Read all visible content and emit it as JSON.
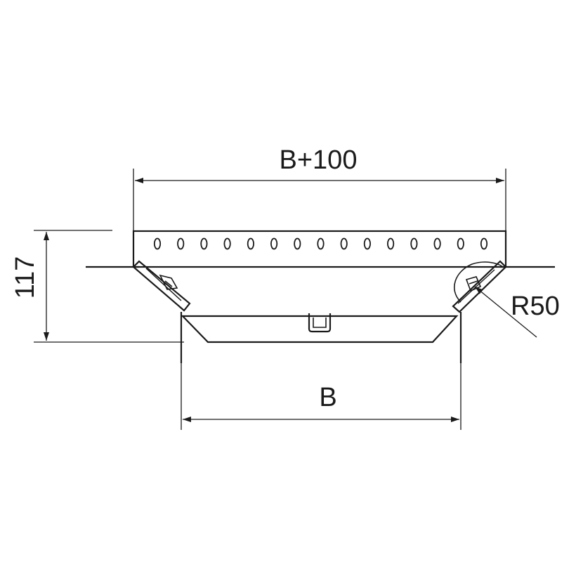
{
  "dimensions": {
    "overall_width": "B+100",
    "height": "117",
    "inner_width": "B",
    "radius": "R50"
  },
  "slot_count": 15,
  "colors": {
    "line": "#1a1a1a",
    "background": "#ffffff"
  }
}
